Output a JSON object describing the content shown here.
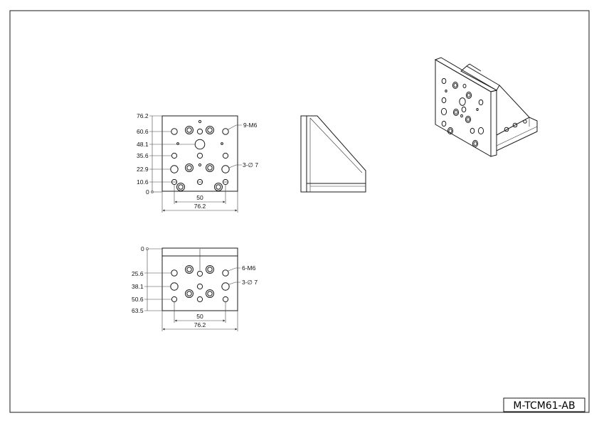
{
  "title_block": {
    "part_number": "M-TCM61-AB"
  },
  "colors": {
    "line": "#1a1a1a",
    "background": "#ffffff"
  },
  "front_view": {
    "vertical_dims": [
      "76.2",
      "60.6",
      "48.1",
      "35.6",
      "22.9",
      "10.6",
      "0"
    ],
    "horizontal_dims": {
      "inner": "50",
      "overall": "76.2"
    },
    "callout_tapped": "9-M6",
    "callout_through": "3-∅ 7"
  },
  "top_view": {
    "vertical_dims": [
      "0",
      "25.6",
      "38.1",
      "50.6",
      "63.5"
    ],
    "horizontal_dims": {
      "inner": "50",
      "overall": "76.2"
    },
    "callout_tapped": "6-M6",
    "callout_through": "3-∅ 7"
  }
}
